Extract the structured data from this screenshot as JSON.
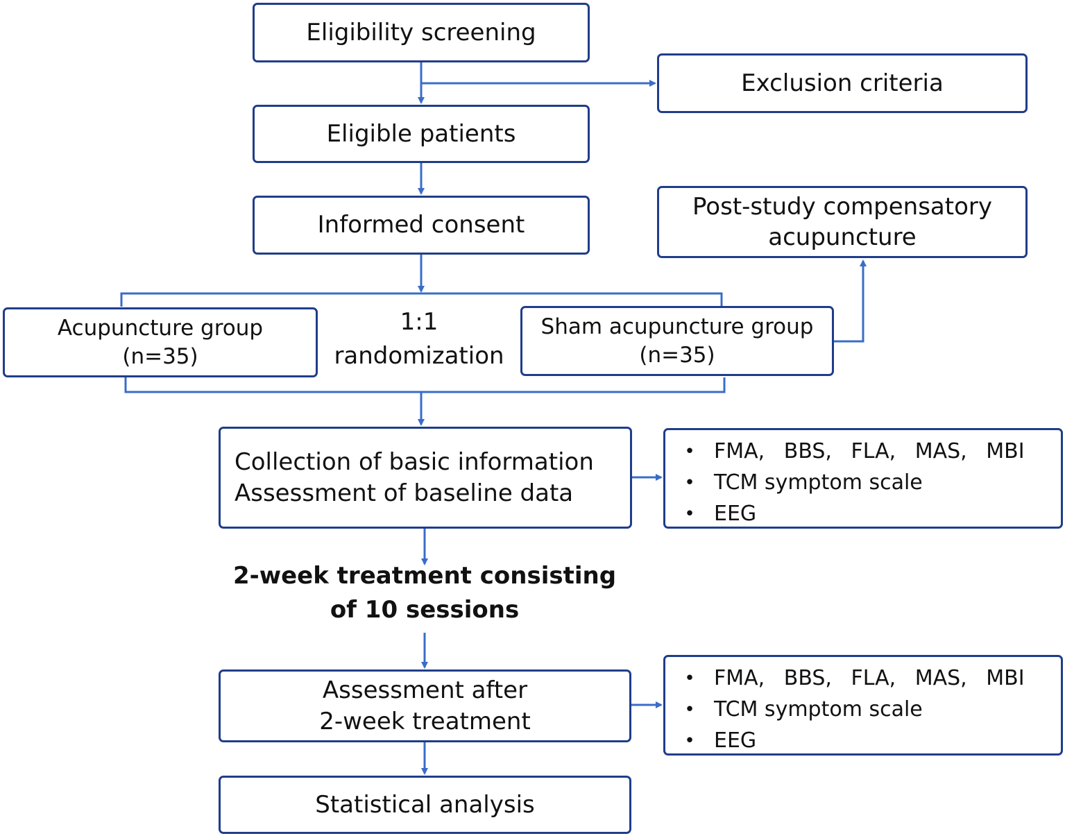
{
  "colors": {
    "border": "#1f3d8a",
    "arrow": "#3a6cc8",
    "text": "#111111"
  },
  "nodes": {
    "eligibility_screening": "Eligibility screening",
    "exclusion_criteria": "Exclusion criteria",
    "eligible_patients": "Eligible patients",
    "informed_consent": "Informed consent",
    "post_study": [
      "Post-study compensatory",
      "acupuncture"
    ],
    "acupuncture_group": [
      "Acupuncture group",
      "(n=35)"
    ],
    "randomization": [
      "1:1",
      "randomization"
    ],
    "sham_group": [
      "Sham acupuncture group",
      "(n=35)"
    ],
    "baseline": [
      "Collection of basic information",
      "Assessment of baseline data"
    ],
    "treatment": [
      "2-week treatment consisting",
      "of 10 sessions"
    ],
    "assessment_after": [
      "Assessment after",
      "2-week treatment"
    ],
    "statistical_analysis": "Statistical analysis"
  },
  "baseline_measures": [
    "FMA, BBS, FLA, MAS, MBI",
    "TCM symptom scale",
    "EEG"
  ],
  "post_measures": [
    "FMA, BBS, FLA, MAS, MBI",
    "TCM symptom scale",
    "EEG"
  ],
  "bullet_symbol": "•"
}
